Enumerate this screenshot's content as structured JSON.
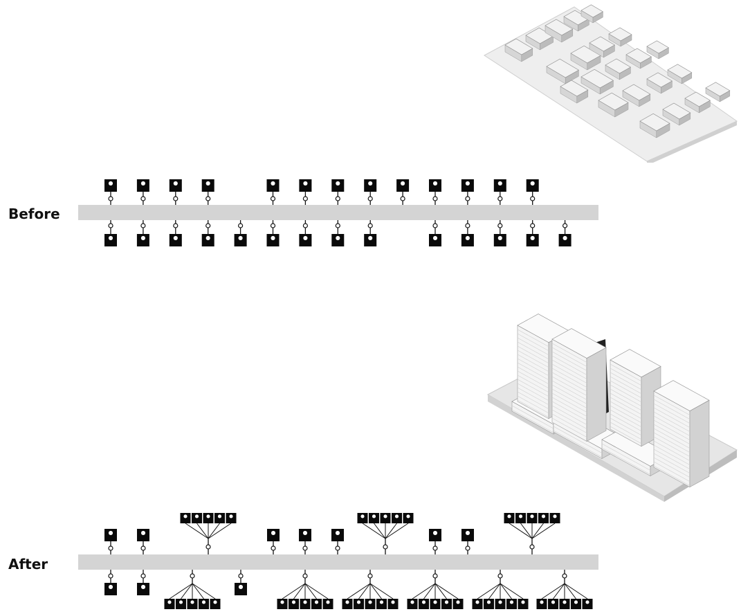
{
  "labels": {
    "before": "Before",
    "after": "After"
  },
  "colors": {
    "spine": "#d4d4d4",
    "unit": "#0a0a0a",
    "outline": "#111111",
    "model_face": "#f2f2f2",
    "model_shade": "#d6d6d6",
    "model_dark": "#222222"
  },
  "before": {
    "top_units": [
      "unit",
      "unit",
      "unit",
      "unit",
      "empty",
      "unit",
      "unit",
      "unit",
      "unit",
      "unit",
      "unit",
      "unit",
      "unit",
      "unit",
      "empty"
    ],
    "bottom_units": [
      "unit",
      "unit",
      "unit",
      "unit",
      "unit",
      "unit",
      "unit",
      "unit",
      "unit",
      "empty",
      "unit",
      "unit",
      "unit",
      "unit",
      "unit"
    ]
  },
  "after": {
    "top_nodes": [
      {
        "type": "unit"
      },
      {
        "type": "unit"
      },
      {
        "type": "cluster",
        "count": 5
      },
      {
        "type": "unit"
      },
      {
        "type": "unit"
      },
      {
        "type": "unit"
      },
      {
        "type": "cluster",
        "count": 5
      },
      {
        "type": "unit"
      },
      {
        "type": "unit"
      },
      {
        "type": "cluster",
        "count": 5
      }
    ],
    "bottom_nodes": [
      {
        "type": "unit"
      },
      {
        "type": "unit"
      },
      {
        "type": "cluster",
        "count": 5
      },
      {
        "type": "unit"
      },
      {
        "type": "cluster",
        "count": 5
      },
      {
        "type": "cluster",
        "count": 5
      },
      {
        "type": "cluster",
        "count": 5
      },
      {
        "type": "cluster",
        "count": 5
      },
      {
        "type": "cluster",
        "count": 5
      }
    ]
  }
}
